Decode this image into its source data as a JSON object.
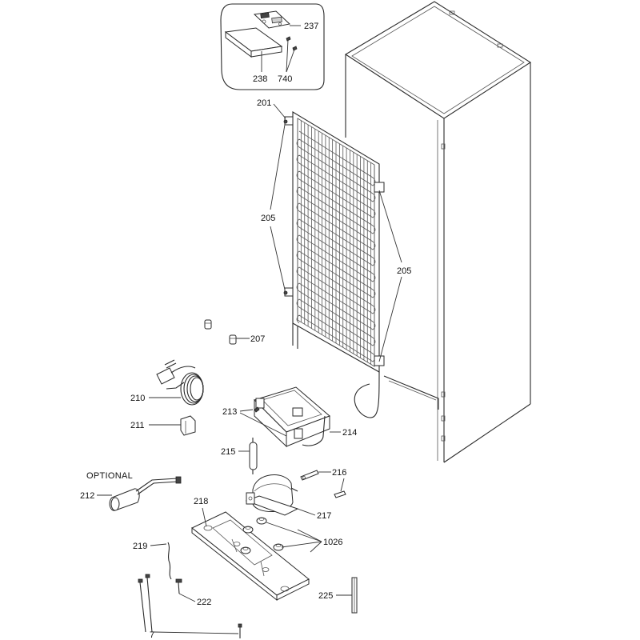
{
  "callouts": {
    "c237": "237",
    "c238": "238",
    "c740": "740",
    "c201": "201",
    "c205_left": "205",
    "c205_right": "205",
    "c207": "207",
    "c210": "210",
    "c211": "211",
    "c213": "213",
    "c214": "214",
    "c215": "215",
    "c216": "216",
    "c212": "212",
    "c217": "217",
    "c218": "218",
    "c1026": "1026",
    "c219": "219",
    "c222": "222",
    "c225": "225",
    "c7": "7"
  },
  "optional_label": "OPTIONAL"
}
